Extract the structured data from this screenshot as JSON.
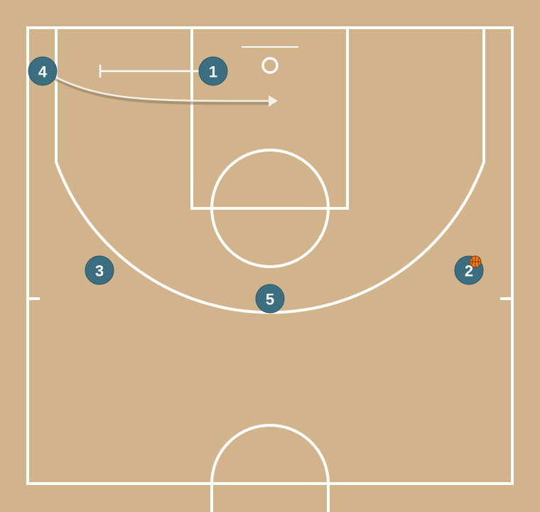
{
  "diagram": {
    "type": "basketball-half-court-play",
    "colors": {
      "court": "#d2b48c",
      "lines": "#ffffff",
      "player": "#3a6e80",
      "player_text": "#ffffff",
      "ball": "#e8791c",
      "cut_path": "#f5f0e6",
      "cut_shadow": "#8b7a5e"
    },
    "players": [
      {
        "id": "player-1",
        "label": "1"
      },
      {
        "id": "player-2",
        "label": "2",
        "has_ball": true
      },
      {
        "id": "player-3",
        "label": "3"
      },
      {
        "id": "player-4",
        "label": "4"
      },
      {
        "id": "player-5",
        "label": "5"
      }
    ],
    "actions": [
      {
        "type": "screen",
        "by": "1",
        "description": ""
      },
      {
        "type": "cut",
        "by": "4",
        "description": ""
      }
    ],
    "icons": {
      "ball": "basketball-icon"
    }
  }
}
